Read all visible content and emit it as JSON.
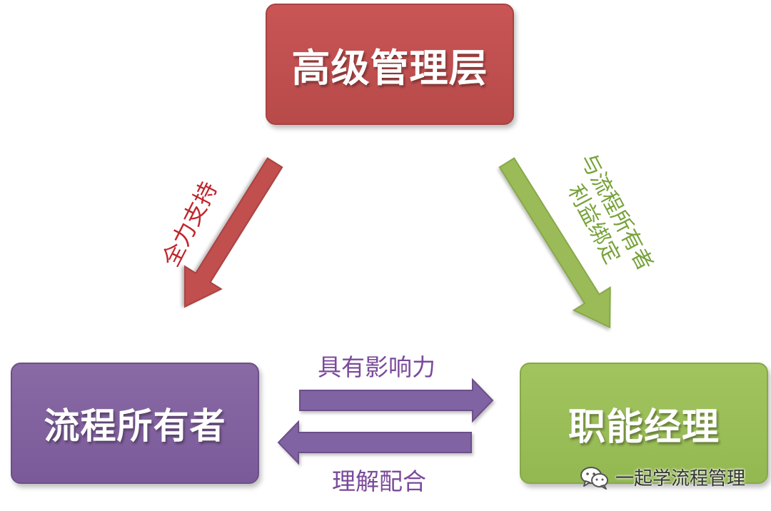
{
  "nodes": {
    "top": {
      "label": "高级管理层",
      "color": "#c0504d"
    },
    "left": {
      "label": "流程所有者",
      "color": "#8064a2"
    },
    "right": {
      "label": "职能经理",
      "color": "#9bbb59"
    }
  },
  "edges": {
    "top_to_left": {
      "label": "全力支持",
      "color": "#c0262d"
    },
    "top_to_right": {
      "line1": "与流程所有者",
      "line2": "利益绑定",
      "color": "#77a23a"
    },
    "left_to_right": {
      "label": "具有影响力",
      "color": "#7a4a9a"
    },
    "right_to_left": {
      "label": "理解配合",
      "color": "#7a4a9a"
    }
  },
  "watermark": {
    "icon": "wechat-icon",
    "text": "一起学流程管理"
  }
}
